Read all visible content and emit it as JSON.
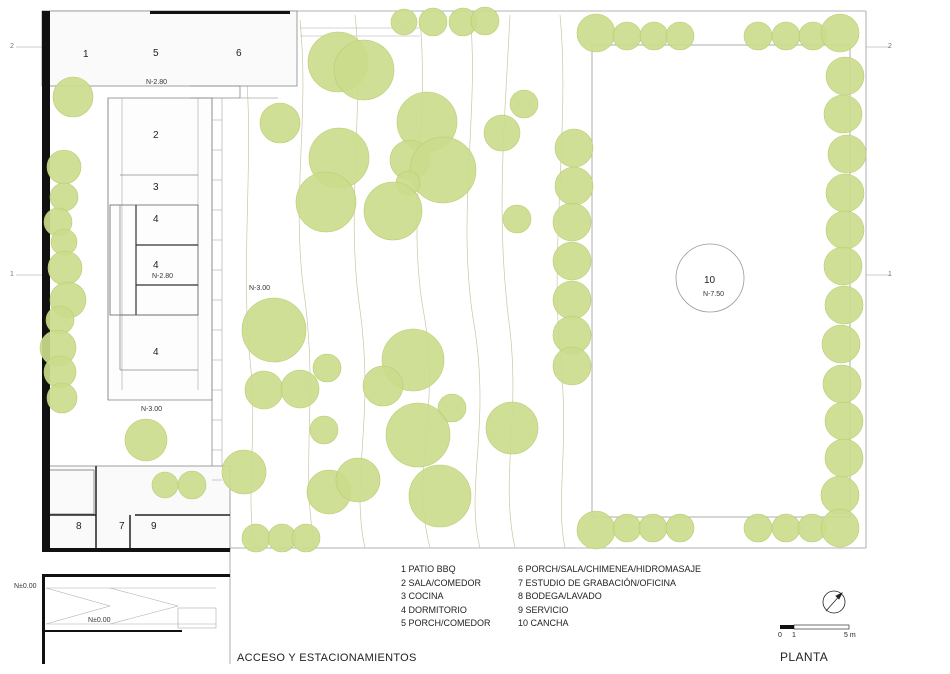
{
  "rooms": [
    {
      "num": "1",
      "name": "1 PATIO BBQ"
    },
    {
      "num": "2",
      "name": "2 SALA/COMEDOR"
    },
    {
      "num": "3",
      "name": "3 COCINA"
    },
    {
      "num": "4",
      "name": "4 DORMITORIO"
    },
    {
      "num": "5",
      "name": "5 PORCH/COMEDOR"
    },
    {
      "num": "6",
      "name": "6 PORCH/SALA/CHIMENEA/HIDROMASAJE"
    },
    {
      "num": "7",
      "name": "7 ESTUDIO DE GRABACIÓN/OFICINA"
    },
    {
      "num": "8",
      "name": "8 BODEGA/LAVADO"
    },
    {
      "num": "9",
      "name": "9 SERVICIO"
    },
    {
      "num": "10",
      "name": "10 CANCHA"
    }
  ],
  "levels": {
    "porch": "N-2.80",
    "bedrooms": "N-2.80",
    "garden": "N-3.00",
    "lower": "N-3.00",
    "court": "N-7.50",
    "access_top": "N±0.00",
    "access_inner": "N±0.00"
  },
  "axes": {
    "a": "2",
    "b": "1"
  },
  "scale": {
    "start": "0",
    "one": "1",
    "end": "5 m"
  },
  "captions": {
    "access": "ACCESO Y ESTACIONAMIENTOS",
    "plan": "PLANTA"
  },
  "colors": {
    "tree_fill": "#cbdc8c",
    "tree_stroke": "#b9cc74",
    "wall": "#111111",
    "line": "#9a9a9a",
    "contour": "#c9c2a8"
  }
}
